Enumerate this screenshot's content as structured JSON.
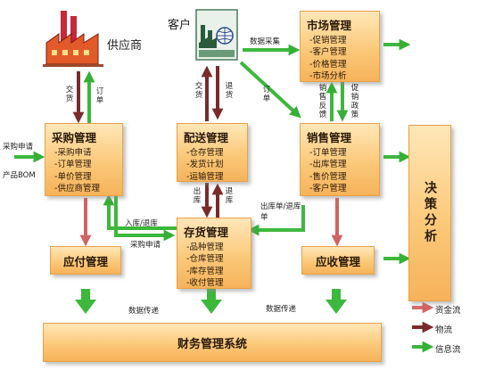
{
  "supplier": {
    "label": "供应商"
  },
  "customer": {
    "label": "客户"
  },
  "purchase": {
    "title": "采购管理",
    "items": [
      "采购申请",
      "订单管理",
      "单价管理",
      "供应商管理"
    ]
  },
  "delivery": {
    "title": "配送管理",
    "items": [
      "仓存管理",
      "发货计划",
      "运输管理"
    ]
  },
  "market": {
    "title": "市场管理",
    "items": [
      "促销管理",
      "客户管理",
      "价格管理",
      "市场分析"
    ]
  },
  "sales": {
    "title": "销售管理",
    "items": [
      "订单管理",
      "出库管理",
      "售价管理",
      "客户管理"
    ]
  },
  "inventory": {
    "title": "存货管理",
    "items": [
      "品种管理",
      "仓库管理",
      "库存管理",
      "收付管理"
    ]
  },
  "payable": {
    "title": "应付管理"
  },
  "receivable": {
    "title": "应收管理"
  },
  "decision": {
    "title": "决策分析"
  },
  "finance": {
    "title": "财务管理系统"
  },
  "labels": {
    "delivery_goods": "交货",
    "order1": "订单",
    "data_collect": "数据采集",
    "order2": "订单",
    "deliver": "交货",
    "return_goods": "退货",
    "sales_feedback": "销售反馈",
    "promo_policy": "促销政策",
    "purchase_request_left": "采购申请",
    "product_bom": "产品BOM",
    "out_stock": "出库",
    "return_stock": "退库",
    "in_return": "入库/退库",
    "purchase_request": "采购申请",
    "out_note": "出库单/退库单",
    "data_transfer_left": "数据传递",
    "data_transfer_right": "数据传递"
  },
  "legend": [
    {
      "label": "资金流",
      "color": "#d86a6a"
    },
    {
      "label": "物流",
      "color": "#7a2a2a"
    },
    {
      "label": "信息流",
      "color": "#3cb83c"
    }
  ]
}
